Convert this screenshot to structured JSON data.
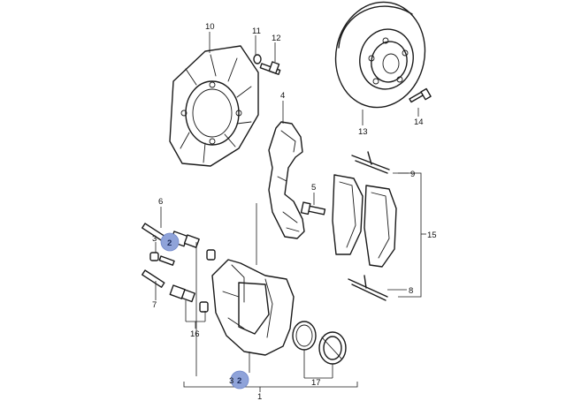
{
  "labels": {
    "l10": "10",
    "l11": "11",
    "l12": "12",
    "l4": "4",
    "l13": "13",
    "l14": "14",
    "l9": "9",
    "l5": "5",
    "l15": "15",
    "l8": "8",
    "l6": "6",
    "l3a": "3",
    "l2a": "2",
    "l7": "7",
    "l16": "16",
    "l17": "17",
    "l3b": "3",
    "l2b": "2",
    "l1": "1"
  },
  "colors": {
    "line": "#1a1a1a",
    "highlight": "#8fa3d9"
  }
}
